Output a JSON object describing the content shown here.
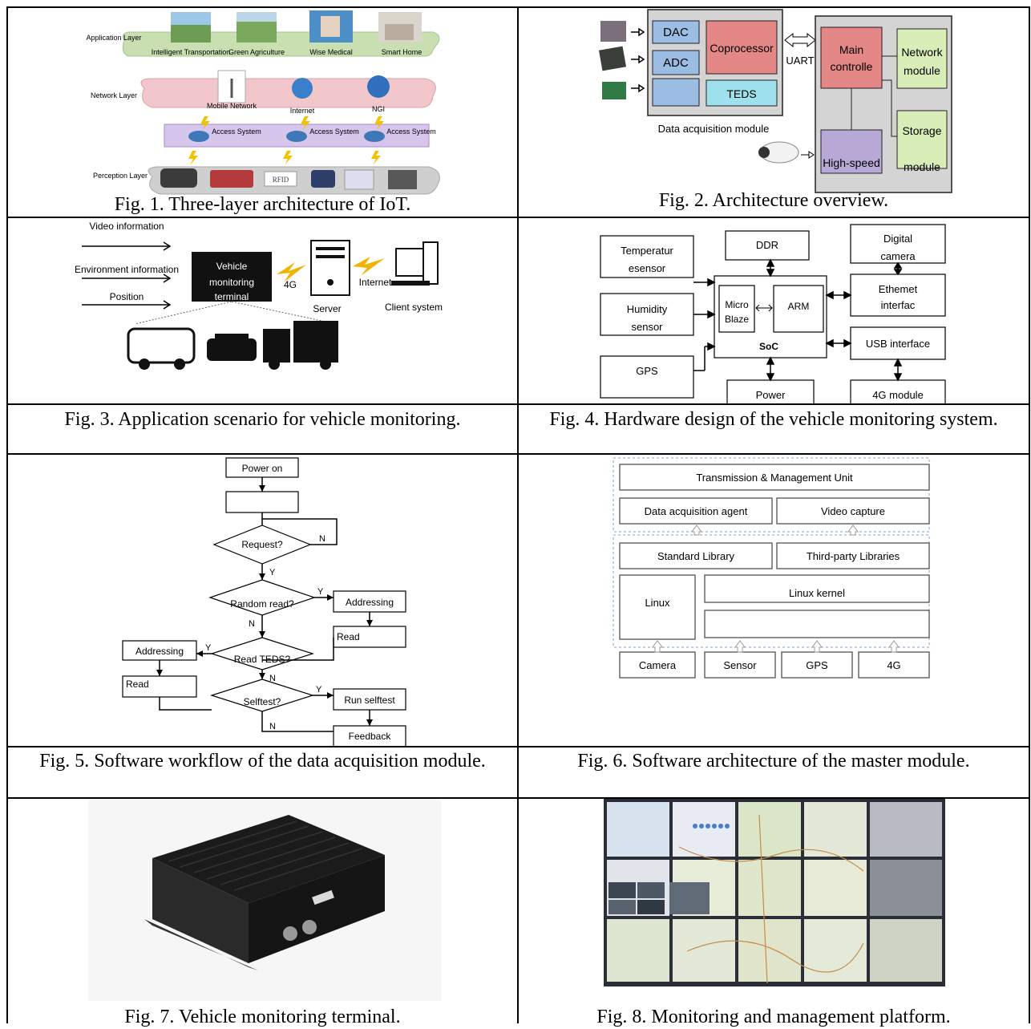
{
  "fig1": {
    "caption": "Fig. 1. Three-layer architecture of IoT.",
    "application_layer": "Application Layer",
    "network_layer": "Network Layer",
    "perception_layer": "Perception Layer",
    "apps": [
      "Intelligent Transportation",
      "Green Agriculture",
      "Wise Medical",
      "Smart Home"
    ],
    "networks": [
      "Mobile Network",
      "Internet",
      "NGI"
    ],
    "access": [
      "Access System",
      "Access System",
      "Access System"
    ],
    "rfid": "RFID"
  },
  "fig2": {
    "caption": "Fig. 2. Architecture overview.",
    "dac": "DAC",
    "adc": "ADC",
    "coprocessor": "Coprocessor",
    "teds": "TEDS",
    "uart": "UART",
    "main": [
      "Main",
      "controlle"
    ],
    "network": [
      "Network",
      "module"
    ],
    "storage": [
      "Storage",
      "module"
    ],
    "highspeed": "High-speed",
    "daq_label": "Data acquisition module"
  },
  "fig3": {
    "caption": "Fig. 3.  Application scenario for vehicle monitoring.",
    "inputs": [
      "Video information",
      "Environment information",
      "Position"
    ],
    "terminal": [
      "Vehicle",
      "monitoring",
      "terminal"
    ],
    "g4": "4G",
    "internet": "Internet",
    "server": "Server",
    "client": "Client system"
  },
  "fig4": {
    "caption": "Fig. 4.  Hardware design of the vehicle monitoring system.",
    "temperature": [
      "Temperatur",
      "esensor"
    ],
    "humidity": [
      "Humidity",
      "sensor"
    ],
    "gps": "GPS",
    "ddr": "DDR",
    "power": "Power",
    "microblaze": [
      "Micro",
      "Blaze"
    ],
    "arm": "ARM",
    "soc": "SoC",
    "camera": [
      "Digital",
      "camera"
    ],
    "ethernet": [
      "Ethemet",
      "interfac"
    ],
    "usb": "USB interface",
    "g4": "4G module"
  },
  "fig5": {
    "caption": "Fig. 5.  Software workflow of the data acquisition module.",
    "power_on": "Power on",
    "request": "Request?",
    "random": "Random read?",
    "teds": "Read TEDS?",
    "selftest": "Selftest?",
    "addressing": "Addressing",
    "read": "Read",
    "run_selftest": "Run selftest",
    "feedback": "Feedback",
    "y": "Y",
    "n": "N"
  },
  "fig6": {
    "caption": "Fig. 6.  Software architecture of the master module.",
    "tmu": "Transmission & Management Unit",
    "daq_agent": "Data acquisition agent",
    "video": "Video capture",
    "stdlib": "Standard Library",
    "thirdparty": "Third-party Libraries",
    "linux": "Linux",
    "kernel": "Linux kernel",
    "devices": [
      "Camera",
      "Sensor",
      "GPS",
      "4G"
    ]
  },
  "fig7": {
    "caption": "Fig. 7. Vehicle monitoring terminal."
  },
  "fig8": {
    "caption": "Fig. 8.  Monitoring and management platform."
  }
}
